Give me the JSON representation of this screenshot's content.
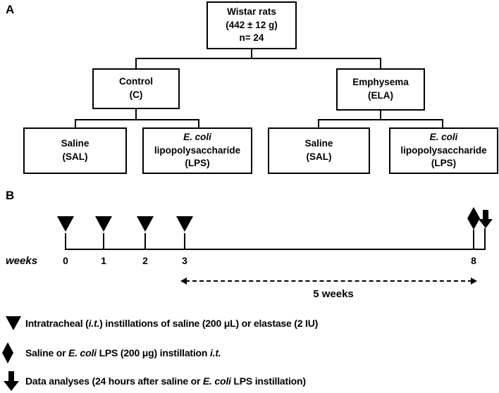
{
  "colors": {
    "ink": "#000000",
    "background": "#ffffff"
  },
  "panel_a": {
    "label": "A",
    "root_box": {
      "line1": "Wistar rats",
      "line2": "(442 ± 12 g)",
      "line3": "n= 24"
    },
    "control_box": {
      "line1": "Control",
      "line2": "(C)"
    },
    "emphysema_box": {
      "line1": "Emphysema",
      "line2": "(ELA)"
    },
    "saline_box": {
      "line1": "Saline",
      "line2": "(SAL)"
    },
    "lps_box": {
      "line1": "E. coli",
      "line2": "lipopolysaccharide",
      "line3": "(LPS)"
    }
  },
  "panel_b": {
    "label": "B",
    "axis_label": "weeks",
    "tick_labels": [
      "0",
      "1",
      "2",
      "3",
      "8"
    ],
    "span_label": "5 weeks",
    "legend": {
      "item1": {
        "part1": "Intratracheal (",
        "part2": "i.t.",
        "part3": ") instillations of saline (200 μL) or elastase (2 IU)"
      },
      "item2": {
        "part1": "Saline or ",
        "part2": "E. coli",
        "part3": " LPS (200 μg) instillation ",
        "part4": "i.t."
      },
      "item3": {
        "part1": "Data analyses (24 hours after saline or ",
        "part2": "E. coli",
        "part3": " LPS instillation)"
      }
    }
  }
}
